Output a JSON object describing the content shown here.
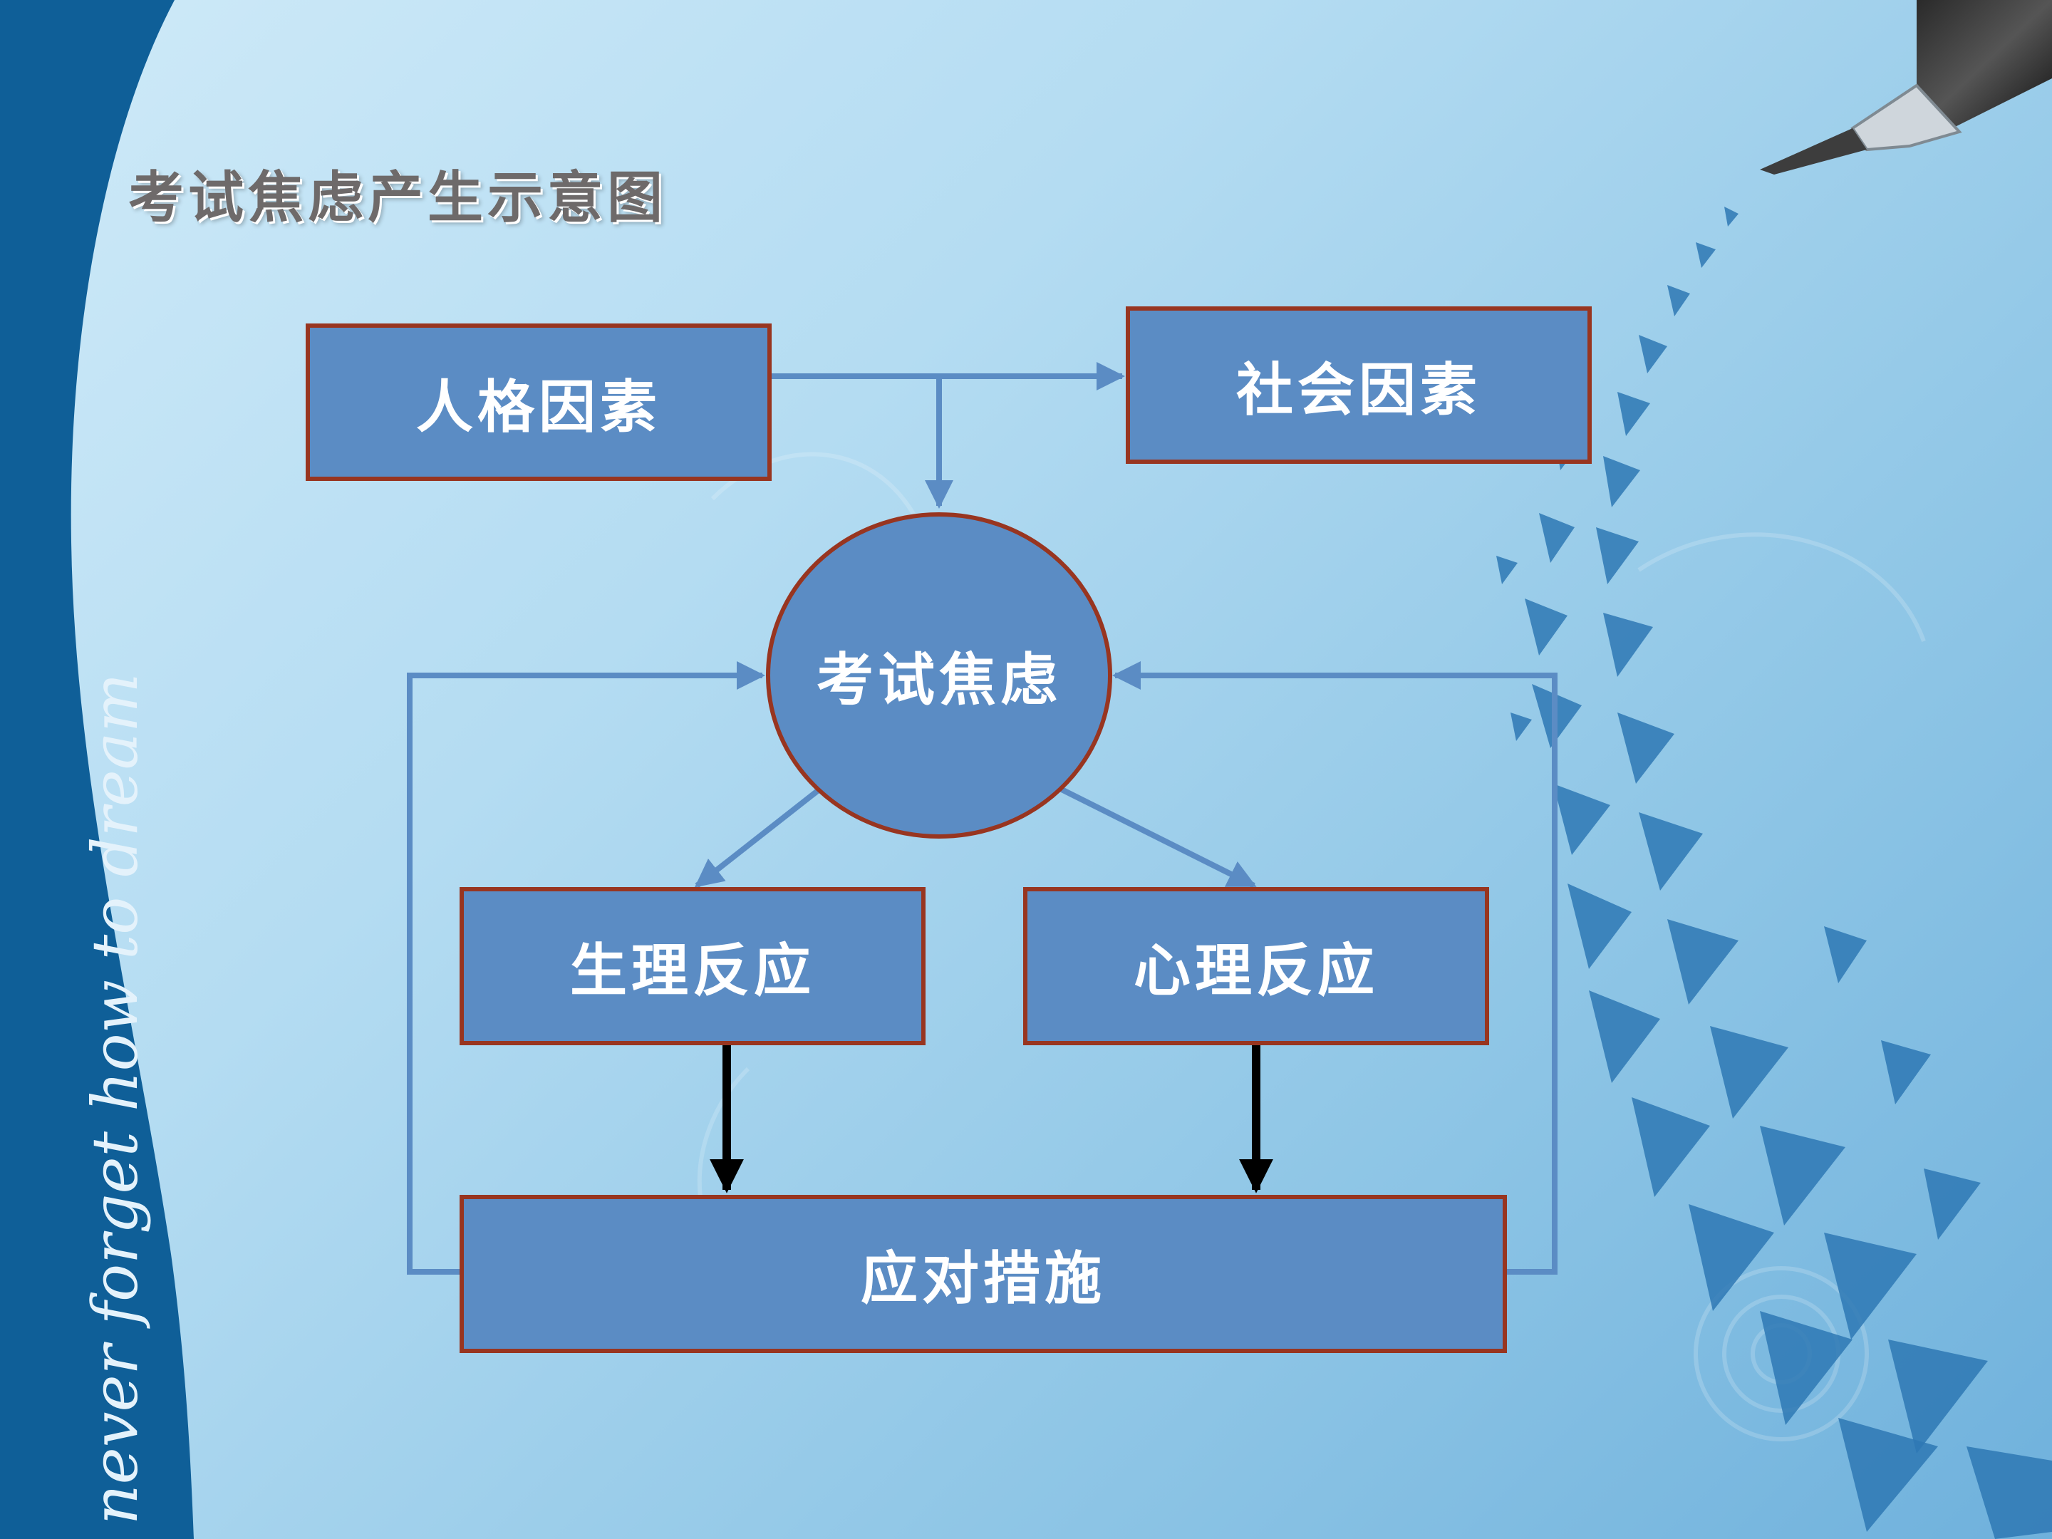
{
  "title": "考试焦虑产生示意图",
  "side_text": "never forget  how to dream",
  "colors": {
    "box_fill": "#5b8cc4",
    "box_border": "#983520",
    "connector": "#5b8cc4",
    "black_arrow": "#000000",
    "title_color": "#6e6a6a"
  },
  "nodes": {
    "personality": "人格因素",
    "social": "社会因素",
    "anxiety": "考试焦虑",
    "physiological": "生理反应",
    "psychological": "心理反应",
    "coping": "应对措施"
  }
}
